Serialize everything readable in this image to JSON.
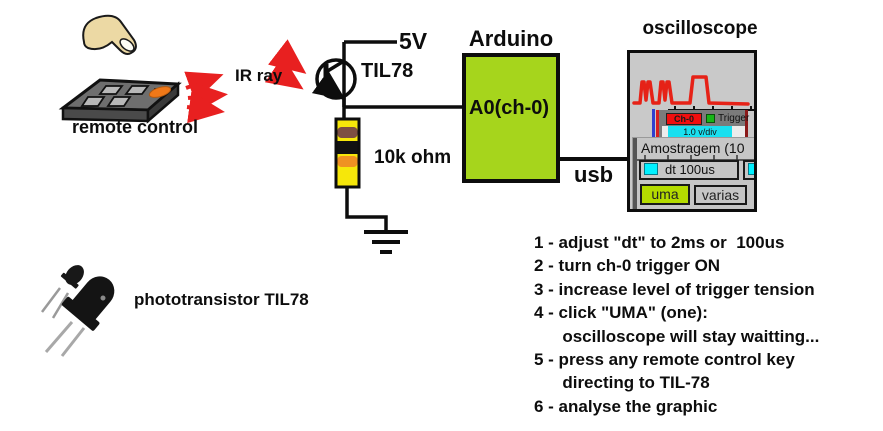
{
  "labels": {
    "remote_control": "remote control",
    "ir_ray": "IR ray",
    "supply": "5V",
    "transistor": "TIL78",
    "resistor": "10k ohm",
    "arduino_title": "Arduino",
    "arduino_pin": "A0(ch-0)",
    "usb": "usb",
    "oscilloscope_title": "oscilloscope",
    "phototransistor_caption": "phototransistor TIL78"
  },
  "oscilloscope_ui": {
    "channel_button": "Ch-0",
    "trigger_label": "Trigger",
    "vdiv": "1.0 v/div",
    "panel_title": "Amostragem (10",
    "dt_button": "dt 100us",
    "uma_button": "uma",
    "varias_button": "varias"
  },
  "instructions": {
    "lines": [
      "1 - adjust \"dt\" to 2ms or  100us",
      "2 - turn ch-0 trigger ON",
      "3 - increase level of trigger tension",
      "4 - click \"UMA\" (one):",
      "      oscilloscope will stay waitting...",
      "5 - press any remote control key",
      "      directing to TIL-78",
      "6 - analyse the graphic"
    ]
  },
  "colors": {
    "arduino_green": "#a6d51c",
    "uma_green": "#b4db00",
    "cyan": "#00f0ff",
    "vdiv_cyan": "#19e0f0",
    "signal_red": "#e62217",
    "channel_red": "#f10e0e",
    "trigger_green": "#17b517",
    "resistor_yellow": "#f6e70a",
    "band_brown": "#7d4f42",
    "band_black": "#111111",
    "band_orange": "#ef9122",
    "ir_arrow_red": "#e82020",
    "oscilloscope_gray": "#c9c9c9"
  }
}
